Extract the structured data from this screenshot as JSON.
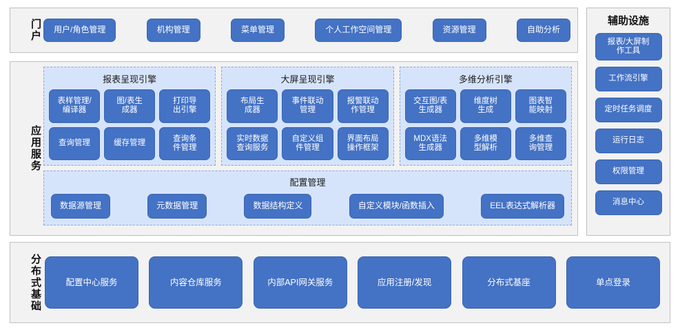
{
  "colors": {
    "button_blue": "#4472c4",
    "button_border": "#3a65b0",
    "panel_light_blue": "#d6e4fb",
    "panel_dashed_border": "#8aa8d8",
    "band_background": "#f2f2f2",
    "band_border": "#bfbfbf",
    "text_light": "#ffffff",
    "text_dark": "#111111"
  },
  "portal": {
    "label": "门户",
    "items": [
      {
        "label": "用户/角色管理"
      },
      {
        "label": "机构管理"
      },
      {
        "label": "菜单管理"
      },
      {
        "label": "个人工作空间管理"
      },
      {
        "label": "资源管理"
      },
      {
        "label": "自助分析"
      }
    ]
  },
  "aux": {
    "title": "辅助设施",
    "items": [
      {
        "label": "报表/大屏制\n作工具",
        "tall": true
      },
      {
        "label": "工作流引擎",
        "tall": false
      },
      {
        "label": "定时任务调度",
        "tall": false
      },
      {
        "label": "运行日志",
        "tall": false
      },
      {
        "label": "权限管理",
        "tall": false
      },
      {
        "label": "消息中心",
        "tall": false
      }
    ]
  },
  "app_services": {
    "label": "应用服务",
    "engines": [
      {
        "title": "报表呈现引擎",
        "items": [
          {
            "label": "表样管理/\n编译器"
          },
          {
            "label": "图/表生\n成器"
          },
          {
            "label": "打印导\n出引擎"
          },
          {
            "label": "查询管理"
          },
          {
            "label": "缓存管理"
          },
          {
            "label": "查询条\n件管理"
          }
        ]
      },
      {
        "title": "大屏呈现引擎",
        "items": [
          {
            "label": "布局生\n成器"
          },
          {
            "label": "事件联动\n管理"
          },
          {
            "label": "报警联动\n作管理"
          },
          {
            "label": "实时数据\n查询服务"
          },
          {
            "label": "自定义组\n件管理"
          },
          {
            "label": "界面布局\n操作框架"
          }
        ]
      },
      {
        "title": "多维分析引擎",
        "items": [
          {
            "label": "交互图/表\n生成器"
          },
          {
            "label": "维度树\n生成"
          },
          {
            "label": "图表智\n能映射"
          },
          {
            "label": "MDX语法\n生成器"
          },
          {
            "label": "多维模\n型解析"
          },
          {
            "label": "多维查\n询管理"
          }
        ]
      }
    ],
    "config": {
      "title": "配置管理",
      "items": [
        {
          "label": "数据源管理"
        },
        {
          "label": "元数据管理"
        },
        {
          "label": "数据结构定义"
        },
        {
          "label": "自定义模块/函数插入"
        },
        {
          "label": "EEL表达式解析器"
        }
      ]
    }
  },
  "base": {
    "label": "分布式基础",
    "items": [
      {
        "label": "配置中心服务"
      },
      {
        "label": "内容仓库服务"
      },
      {
        "label": "内部API网关服务"
      },
      {
        "label": "应用注册/发现"
      },
      {
        "label": "分布式基座"
      },
      {
        "label": "单点登录"
      }
    ]
  }
}
